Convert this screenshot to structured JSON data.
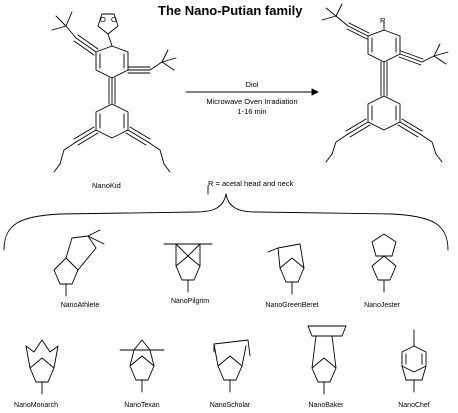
{
  "title": "The Nano-Putian family",
  "reactant_label": "NanoKid",
  "product_r_label": "R",
  "arrow": {
    "reagent": "Diol",
    "conditions_line1": "Microwave Oven Irradiation",
    "conditions_line2": "1-16 min"
  },
  "r_definition": "R = acetal head and neck",
  "members": [
    {
      "name": "NanoAthlete"
    },
    {
      "name": "NanoPilgrim"
    },
    {
      "name": "NanoGreenBeret"
    },
    {
      "name": "NanoJester"
    },
    {
      "name": "NanoMonarch"
    },
    {
      "name": "NanoTexan"
    },
    {
      "name": "NanoScholar"
    },
    {
      "name": "NanoBaker"
    },
    {
      "name": "NanoChef"
    }
  ],
  "atom_label": "O"
}
